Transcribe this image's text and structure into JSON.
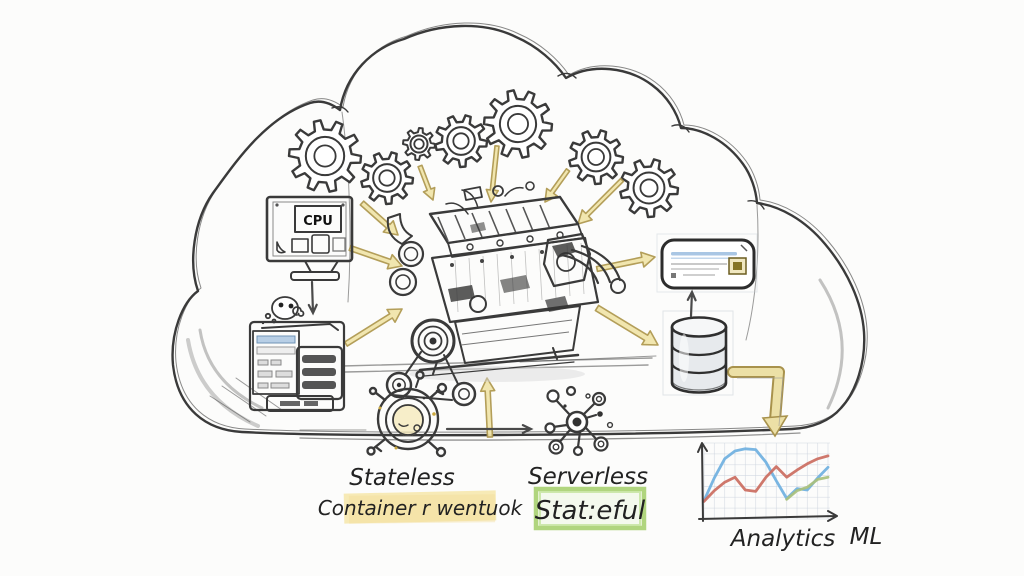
{
  "labels": {
    "cpu": "CPU",
    "stateless": "Stateless",
    "container_network": "Container r wentuok",
    "serverless": "Serverless",
    "stateful": "Stat:eful"
  },
  "colors": {
    "arrow_fill": "#f1e5ab",
    "arrow_edge": "#b09a51",
    "highlight_yellow": "#f6e8ae",
    "highlight_green": "#a8d171",
    "sketch_ink": "#3a3a3a",
    "chart_blue": "#6fb0e0",
    "chart_red": "#cb6d60",
    "chart_green": "#a9c07c"
  },
  "chart_data": {
    "type": "line",
    "title": "",
    "xlabel": "",
    "ylabel": "",
    "captions": [
      "Analytics",
      "ML"
    ],
    "grid": true,
    "legend": false,
    "x": [
      0,
      1,
      2,
      3,
      4,
      5,
      6,
      7,
      8,
      9,
      10,
      11,
      12
    ],
    "ylim": [
      0,
      100
    ],
    "series": [
      {
        "name": "blue",
        "color": "#6fb0e0",
        "values": [
          23,
          55,
          82,
          93,
          96,
          95,
          77,
          51,
          26,
          40,
          38,
          55,
          70
        ]
      },
      {
        "name": "red",
        "color": "#cb6d60",
        "values": [
          22,
          37,
          49,
          56,
          38,
          36,
          56,
          71,
          56,
          66,
          75,
          82,
          86
        ]
      },
      {
        "name": "green",
        "color": "#a9c07c",
        "values": [
          null,
          null,
          null,
          null,
          null,
          null,
          null,
          null,
          25,
          37,
          42,
          53,
          56
        ]
      }
    ]
  }
}
